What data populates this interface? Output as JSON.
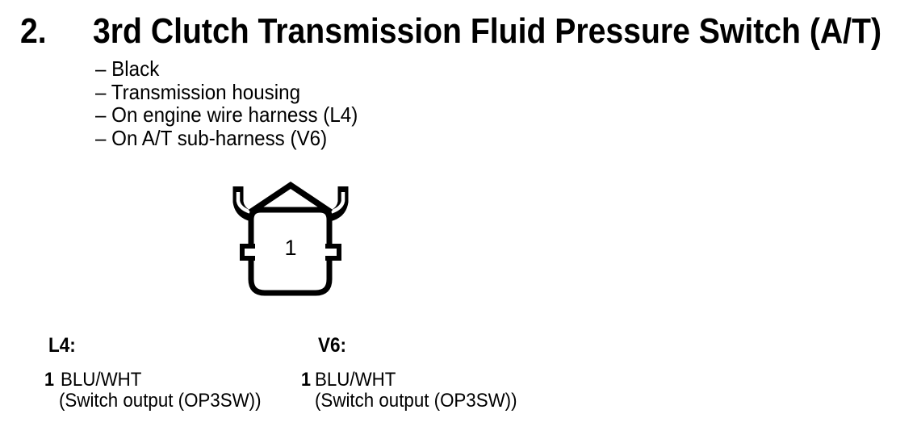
{
  "page": {
    "background": "#ffffff",
    "ink_color": "#000000"
  },
  "heading": {
    "number": "2.",
    "title": "3rd Clutch Transmission Fluid Pressure Switch (A/T)"
  },
  "details": [
    "– Black",
    "– Transmission housing",
    "– On engine wire harness (L4)",
    "– On A/T sub-harness (V6)"
  ],
  "connector": {
    "pin_label": "1",
    "cavity_count": 1,
    "outline_color": "#000000"
  },
  "pinouts": [
    {
      "harness": "L4:",
      "pins": [
        {
          "pin": "1",
          "wire": "BLU/WHT",
          "function": "(Switch output (OP3SW))"
        }
      ]
    },
    {
      "harness": "V6:",
      "pins": [
        {
          "pin": "1",
          "wire": "BLU/WHT",
          "function": "(Switch output (OP3SW))"
        }
      ]
    }
  ]
}
